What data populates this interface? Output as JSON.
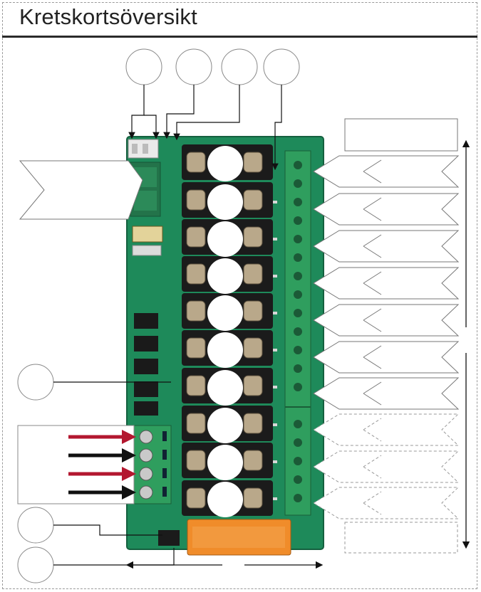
{
  "title": "Kretskortsöversikt",
  "colors": {
    "pcb": "#1e8a5a",
    "terminal_green": "#2f9e5e",
    "relay_orange": "#f08c2a",
    "power_red": "#b3172f",
    "power_black": "#111111"
  },
  "fuse_count": 10,
  "output_rows_solid": 7,
  "output_rows_dashed": 3,
  "power_terminals": 4
}
